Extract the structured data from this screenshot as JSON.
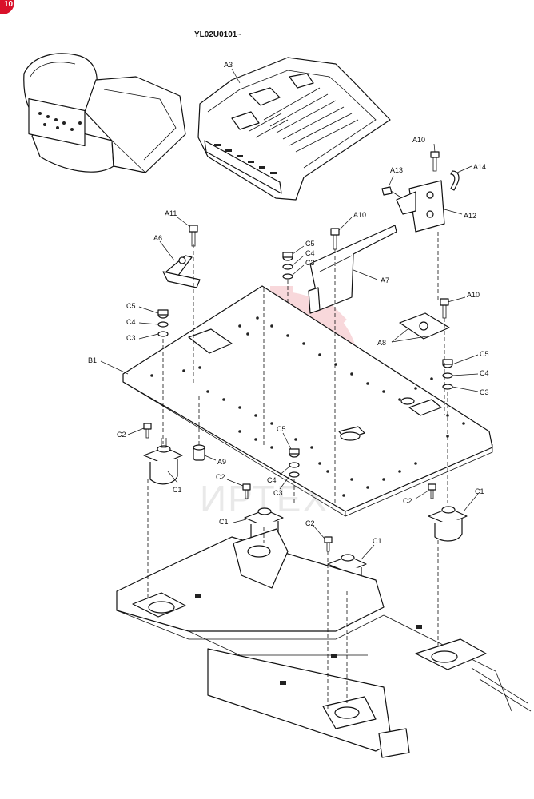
{
  "header": {
    "model_code": "YL02U0101~",
    "page_badge": "10",
    "badge_color": "#d9112a",
    "watermark_color": "#f3b9bf",
    "watermark_text": "ИРТЕХ"
  },
  "labels": {
    "a3": "A3",
    "a10_top": "A10",
    "a13": "A13",
    "a14": "A14",
    "a12": "A12",
    "a11": "A11",
    "a6": "A6",
    "a10_mid": "A10",
    "c5_mid": "C5",
    "c4_mid": "C4",
    "c3_mid": "C3",
    "a7": "A7",
    "c5_left": "C5",
    "c4_left": "C4",
    "c3_left": "C3",
    "a10_right": "A10",
    "a8": "A8",
    "b1": "B1",
    "c5_right": "C5",
    "c4_right": "C4",
    "c3_right": "C3",
    "c2_left": "C2",
    "c1_left": "C1",
    "a9": "A9",
    "c5_low": "C5",
    "c4_low": "C4",
    "c3_low": "C3",
    "c2_mid": "C2",
    "c1_mid": "C1",
    "c2_right": "C2",
    "c1_right": "C1",
    "c2_center": "C2",
    "c1_center": "C1"
  }
}
